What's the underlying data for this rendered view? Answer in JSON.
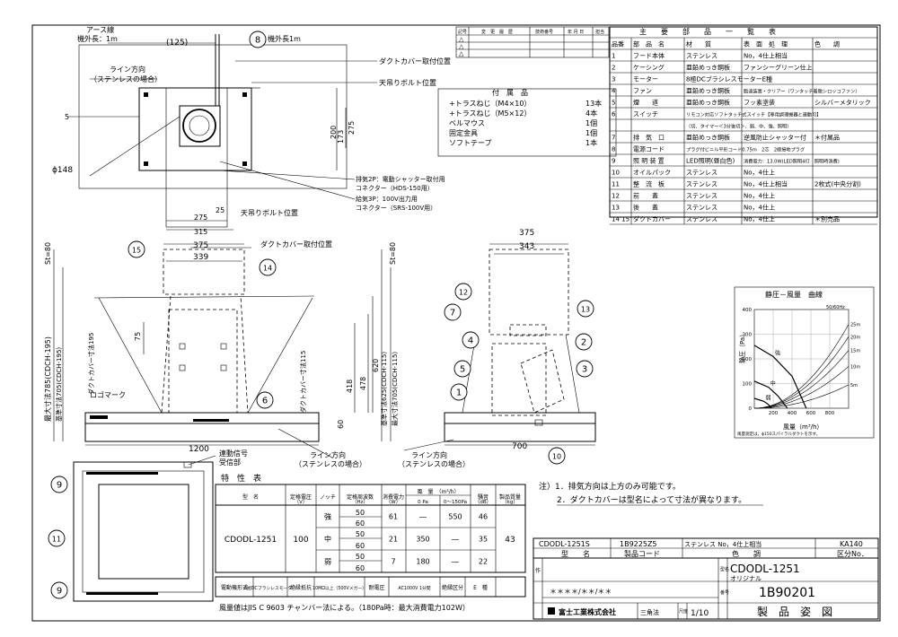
{
  "top_view": {
    "earth_wire": "アース線",
    "outside_length": "機外長：1m",
    "dim_125": "(125)",
    "callout_8_length": "機外長1m",
    "line_direction": "ライン方向",
    "stainless_case": "（ステンレスの場合）",
    "duct_cover_mount_pos": "ダクトカバー取付位置",
    "hanging_bolt_pos": "天吊りボルト位置",
    "hanging_bolt_pos2": "天吊りボルト位置",
    "dim_5": "5",
    "dim_173": "173",
    "dim_200": "200",
    "dim_275v": "275",
    "dim_phi148": "ϕ148",
    "dim_25": "25",
    "dim_275": "275",
    "dim_315": "315",
    "exhaust_2p": "排気2P：電動シャッター取付用",
    "connector_hds": "コネクター（HDS-150用）",
    "supply_3p": "給気3P：100V出力用",
    "connector_srs": "コネクター（SRS-100V用）"
  },
  "accessories": {
    "title": "付　属　品",
    "items": [
      {
        "name": "+トラスねじ（M4×10）",
        "qty": "13本"
      },
      {
        "name": "+トラスねじ（M5×12）",
        "qty": "4本"
      },
      {
        "name": "ベルマウス",
        "qty": "1個"
      },
      {
        "name": "固定金具",
        "qty": "1個"
      },
      {
        "name": "ソフトテープ",
        "qty": "1本"
      }
    ]
  },
  "revision_header": [
    "記号",
    "変　更　履　歴",
    "技術番号",
    "年 月 日",
    "担当"
  ],
  "revision_marks": [
    "△",
    "△",
    "△"
  ],
  "parts_table": {
    "title": "主　　要　　部　　品　　一　　覧　　表",
    "headers": [
      "品番",
      "部　品　名",
      "材　　質",
      "表　面　処　理",
      "色　　調"
    ],
    "rows": [
      [
        "1",
        "フード本体",
        "ステンレス",
        "No，4仕上相当",
        ""
      ],
      [
        "2",
        "ケーシング",
        "亜鉛めっき鋼板",
        "ファンシーグリーン仕上",
        ""
      ],
      [
        "3",
        "モーター",
        "8極DCブラシレスモーターE種",
        "",
        ""
      ],
      [
        "4",
        "ファン",
        "亜鉛めっき鋼板",
        "脂遠装置・クリアー（ワンタッチ着脱シロッコファン）",
        ""
      ],
      [
        "5",
        "煙　　道",
        "亜鉛めっき鋼板",
        "フッ素塗装",
        "シルバーメタリック"
      ],
      [
        "6",
        "スイッチ",
        "リモコン対応ソフトタッチ式スイッチ【専用調理機器と連動可】",
        "",
        ""
      ],
      [
        "",
        "",
        "（切、タイマー＜3分後切＞、弱、中、強、照明）",
        "",
        ""
      ],
      [
        "7",
        "排　気　口",
        "亜鉛めっき鋼板",
        "逆風防止シャッター付",
        "＊付属品"
      ],
      [
        "8",
        "電源コード",
        "プラグ付ビニル平形コード0.75m　2芯　2極接地プラグ",
        "",
        ""
      ],
      [
        "9",
        "照 明 装 置",
        "LED照明(昼白色)",
        "消費電力：13.0W(LED照明4灯　照明時消費)",
        ""
      ],
      [
        "10",
        "オイルパック",
        "ステンレス",
        "No，4仕上",
        ""
      ],
      [
        "11",
        "整　流　板",
        "ステンレス",
        "No，4仕上相当",
        "2枚式(中央分割)"
      ],
      [
        "12",
        "前　　蓋",
        "ステンレス",
        "No，4仕上",
        ""
      ],
      [
        "13",
        "後　　蓋",
        "ステンレス",
        "No，4仕上",
        ""
      ],
      [
        "14 15",
        "ダクトカバー",
        "ステンレス",
        "No，4仕上",
        "＊別売品"
      ]
    ]
  },
  "front_view": {
    "st80": "St=80",
    "dim_375": "375",
    "dim_339": "339",
    "dim_75": "75",
    "logo_mark": "ロゴマーク",
    "duct_cover_mount_pos": "ダクトカバー取付位置",
    "max_dim": "最大寸法785(CDCH-195)",
    "base_dim": "基準寸法705(CDCH-195)",
    "cover_dim195": "ダクトカバー寸法195",
    "cover_dim115": "ダクトカバー寸法115",
    "dim_418": "418",
    "dim_478": "478",
    "dim_620": "620",
    "base_dim_right": "基準寸法625(CDCH-115)",
    "max_dim_right": "最大寸法705(CDCH-115)",
    "dim_60": "60",
    "dim_1200": "1200",
    "line_direction": "ライン方向",
    "stainless_case": "（ステンレスの場合）"
  },
  "side_view": {
    "dim_375": "375",
    "dim_343": "343",
    "dim_700": "700",
    "line_direction": "ライン方向",
    "stainless_case": "（ステンレスの場合）"
  },
  "chart_data": {
    "type": "line",
    "title": "静圧－風量　曲線",
    "legend": "50/60Hz",
    "ylabel": "静圧（Pa）",
    "xlabel": "風量（m³/h）",
    "ylim": [
      0,
      400
    ],
    "xlim": [
      0,
      1000
    ],
    "yticks": [
      "400",
      "300",
      "200",
      "100",
      "0"
    ],
    "xticks": [
      "200",
      "400",
      "600",
      "800"
    ],
    "duct_labels": [
      "25m",
      "20m",
      "15m",
      "10m",
      "5m"
    ],
    "series": [
      {
        "name": "強",
        "x": [
          0,
          200,
          400,
          550
        ],
        "values": [
          255,
          210,
          130,
          0
        ]
      },
      {
        "name": "中",
        "x": [
          0,
          150,
          250,
          350
        ],
        "values": [
          110,
          85,
          50,
          0
        ]
      },
      {
        "name": "弱",
        "x": [
          0,
          100,
          150,
          180
        ],
        "values": [
          40,
          28,
          15,
          0
        ]
      }
    ],
    "note": "風量測定は，ϕ150スパイラルダクトを示す。"
  },
  "spec_table": {
    "title": "特　性　表",
    "headers": [
      "型　名",
      "定格電圧（V）",
      "ノッチ",
      "定格周波数（Hz）",
      "消費電力（W）",
      "風量（m³/h） 0 Pa",
      "0〜150Pa",
      "騒音（dB）",
      "製品質量（kg）"
    ],
    "header_airflow": "風　量　（m³/h）",
    "model": "CDODL-1251",
    "voltage": "100",
    "mass": "43",
    "rows": [
      {
        "notch": "強",
        "freq": [
          "50",
          "60"
        ],
        "power": "61",
        "air0": "―",
        "air150": "550",
        "noise": "46"
      },
      {
        "notch": "中",
        "freq": [
          "50",
          "60"
        ],
        "power": "21",
        "air0": "350",
        "air150": "―",
        "noise": "35"
      },
      {
        "notch": "弱",
        "freq": [
          "50",
          "60"
        ],
        "power": "7",
        "air0": "180",
        "air150": "―",
        "noise": "22"
      }
    ],
    "motor_row": [
      "電動機形式",
      "8極DCブラシレスモーター",
      "絶縁抵抗",
      "10MΩ以上（500Vメガー）",
      "耐電圧",
      "AC1000V 1分間",
      "絶縁区分",
      "E　種"
    ],
    "note": "風量値はJIS C 9603 チャンバー法による。（180Pa時：最大消費電力102W）"
  },
  "bottom_view": {
    "receiver": "連動信号",
    "receiver2": "受信部"
  },
  "notes": [
    "注）1．排気方向は上方のみ可能です。",
    "2．ダクトカバーは型名によって寸法が異なります。"
  ],
  "title_block": {
    "model_code": "CDODL-1251S",
    "product_code": "1B9225Z5",
    "material": "ステンレス No，4仕上相当",
    "division": "KA140",
    "label_model": "型　　名",
    "label_product_code": "製品コード",
    "label_color": "色　　調",
    "label_division": "区分No．",
    "author": "作",
    "name_label": "型名",
    "model_name": "CDODL-1251",
    "subtitle": "オリジナル",
    "date": "＊＊＊＊/＊＊/＊＊",
    "number_label": "番号",
    "drawing_number": "1B90201",
    "company": "富士工業株式会社",
    "projection": "三角法",
    "scale_label": "尺度",
    "scale": "1/10",
    "drawing_title": "製　品　姿　図"
  },
  "callouts": [
    "1",
    "2",
    "3",
    "4",
    "5",
    "6",
    "7",
    "8",
    "9",
    "10",
    "11",
    "12",
    "13",
    "14",
    "15"
  ]
}
